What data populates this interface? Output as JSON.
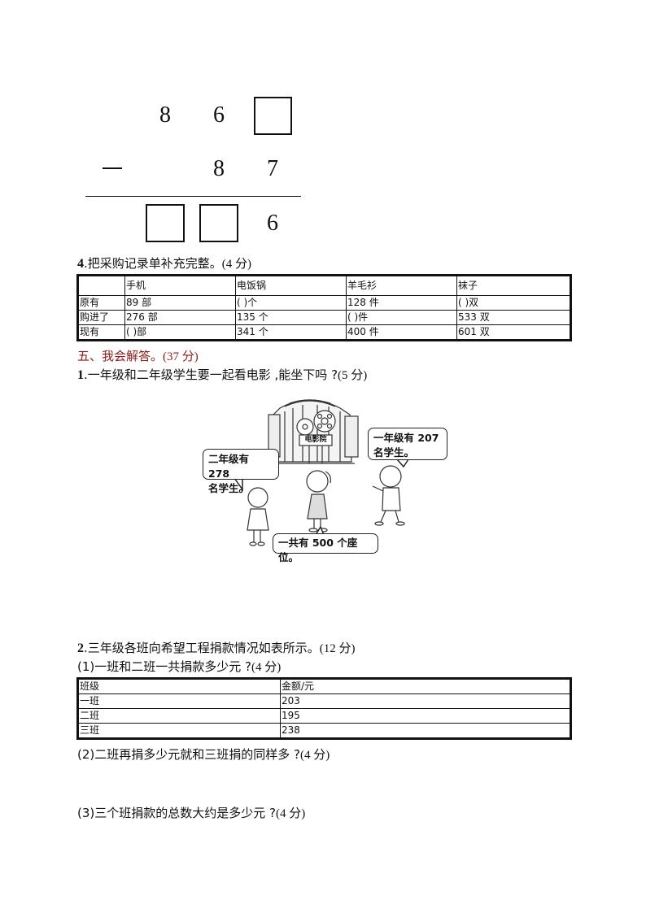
{
  "arithmetic": {
    "operator": "—",
    "row1": [
      "8",
      "6",
      "□"
    ],
    "row2": [
      "8",
      "7"
    ],
    "result": [
      "□",
      "□",
      "6"
    ]
  },
  "q4": {
    "number": "4",
    "text": ".把采购记录单补充完整。",
    "points": "(4 分)",
    "table": {
      "headers": [
        "",
        "手机",
        "电饭锅",
        "羊毛衫",
        "袜子"
      ],
      "rows": [
        [
          "原有",
          "89 部",
          "(      )个",
          "128 件",
          "(      )双"
        ],
        [
          "购进了",
          "276 部",
          "135 个",
          "(      )件",
          "533 双"
        ],
        [
          "现有",
          "(      )部",
          "341 个",
          "400 件",
          "601 双"
        ]
      ]
    }
  },
  "section5": {
    "title": "五、我会解答。",
    "points": "(37 分)"
  },
  "p1": {
    "number": "1",
    "text": ".一年级和二年级学生要一起看电影 ,能坐下吗 ?",
    "points": "(5 分)",
    "illustration": {
      "cinema_sign": "电影院",
      "bubble_left": [
        "二年级有 278",
        "名学生。"
      ],
      "bubble_right": [
        "一年级有 207",
        "名学生。"
      ],
      "bubble_bottom": "一共有 500 个座位。"
    }
  },
  "p2": {
    "number": "2",
    "text": ".三年级各班向希望工程捐款情况如表所示。",
    "points": "(12 分)",
    "sub1": {
      "text": "(1)一班和二班一共捐款多少元 ?",
      "points": "(4 分)"
    },
    "table": {
      "headers": [
        "班级",
        "金额/元"
      ],
      "rows": [
        [
          "一班",
          "203"
        ],
        [
          "二班",
          "195"
        ],
        [
          "三班",
          "238"
        ]
      ]
    },
    "sub2": {
      "text": "(2)二班再捐多少元就和三班捐的同样多 ?",
      "points": "(4 分)"
    },
    "sub3": {
      "text": "(3)三个班捐款的总数大约是多少元 ?",
      "points": "(4 分)"
    }
  }
}
